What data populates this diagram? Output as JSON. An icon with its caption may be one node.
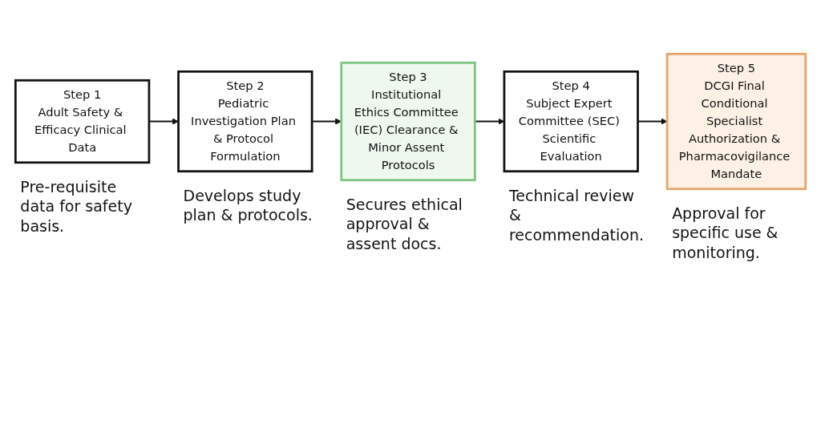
{
  "diagram": {
    "nodes": [
      {
        "text": [
          "Step 1",
          "Adult Safety & Efficacy Clinical Data"
        ],
        "beside": [
          "Pre-requisite data for safety basis."
        ]
      },
      {
        "text": [
          "Step 2",
          "Pediatric Investigation Plan & Protocol Formulation"
        ],
        "beside": [
          "Develops study plan & protocols."
        ]
      },
      {
        "text": [
          "Step 3",
          "Institutional Ethics Committee (IEC) Clearance & Minor Assent Protocols"
        ],
        "beside": [
          "Secures ethical approval & assent docs."
        ]
      },
      {
        "text": [
          "Step 4",
          "Subject Expert Committee (SEC) Scientific Evaluation"
        ],
        "beside": [
          "Technical review & recommendation."
        ]
      },
      {
        "text": [
          "Step 5",
          "DCGI Final Conditional Specialist Authorization & Pharmacovigilance Mandate"
        ],
        "beside": [
          "Approval for specific use & monitoring."
        ]
      }
    ],
    "edges": [
      {
        "from": 0,
        "to": 1,
        "arrow": "to"
      },
      {
        "from": 1,
        "to": 2,
        "arrow": "to"
      },
      {
        "from": 2,
        "to": 3,
        "arrow": "to"
      },
      {
        "from": 3,
        "to": 4,
        "arrow": "to"
      }
    ]
  }
}
